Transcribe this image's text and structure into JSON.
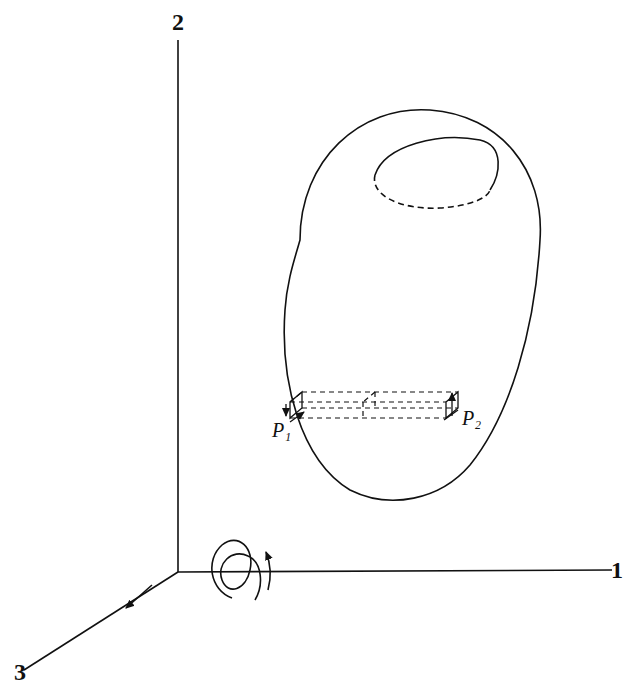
{
  "diagram": {
    "labels": [
      "2",
      "1",
      "3",
      "P₁",
      "P₂"
    ]
  }
}
